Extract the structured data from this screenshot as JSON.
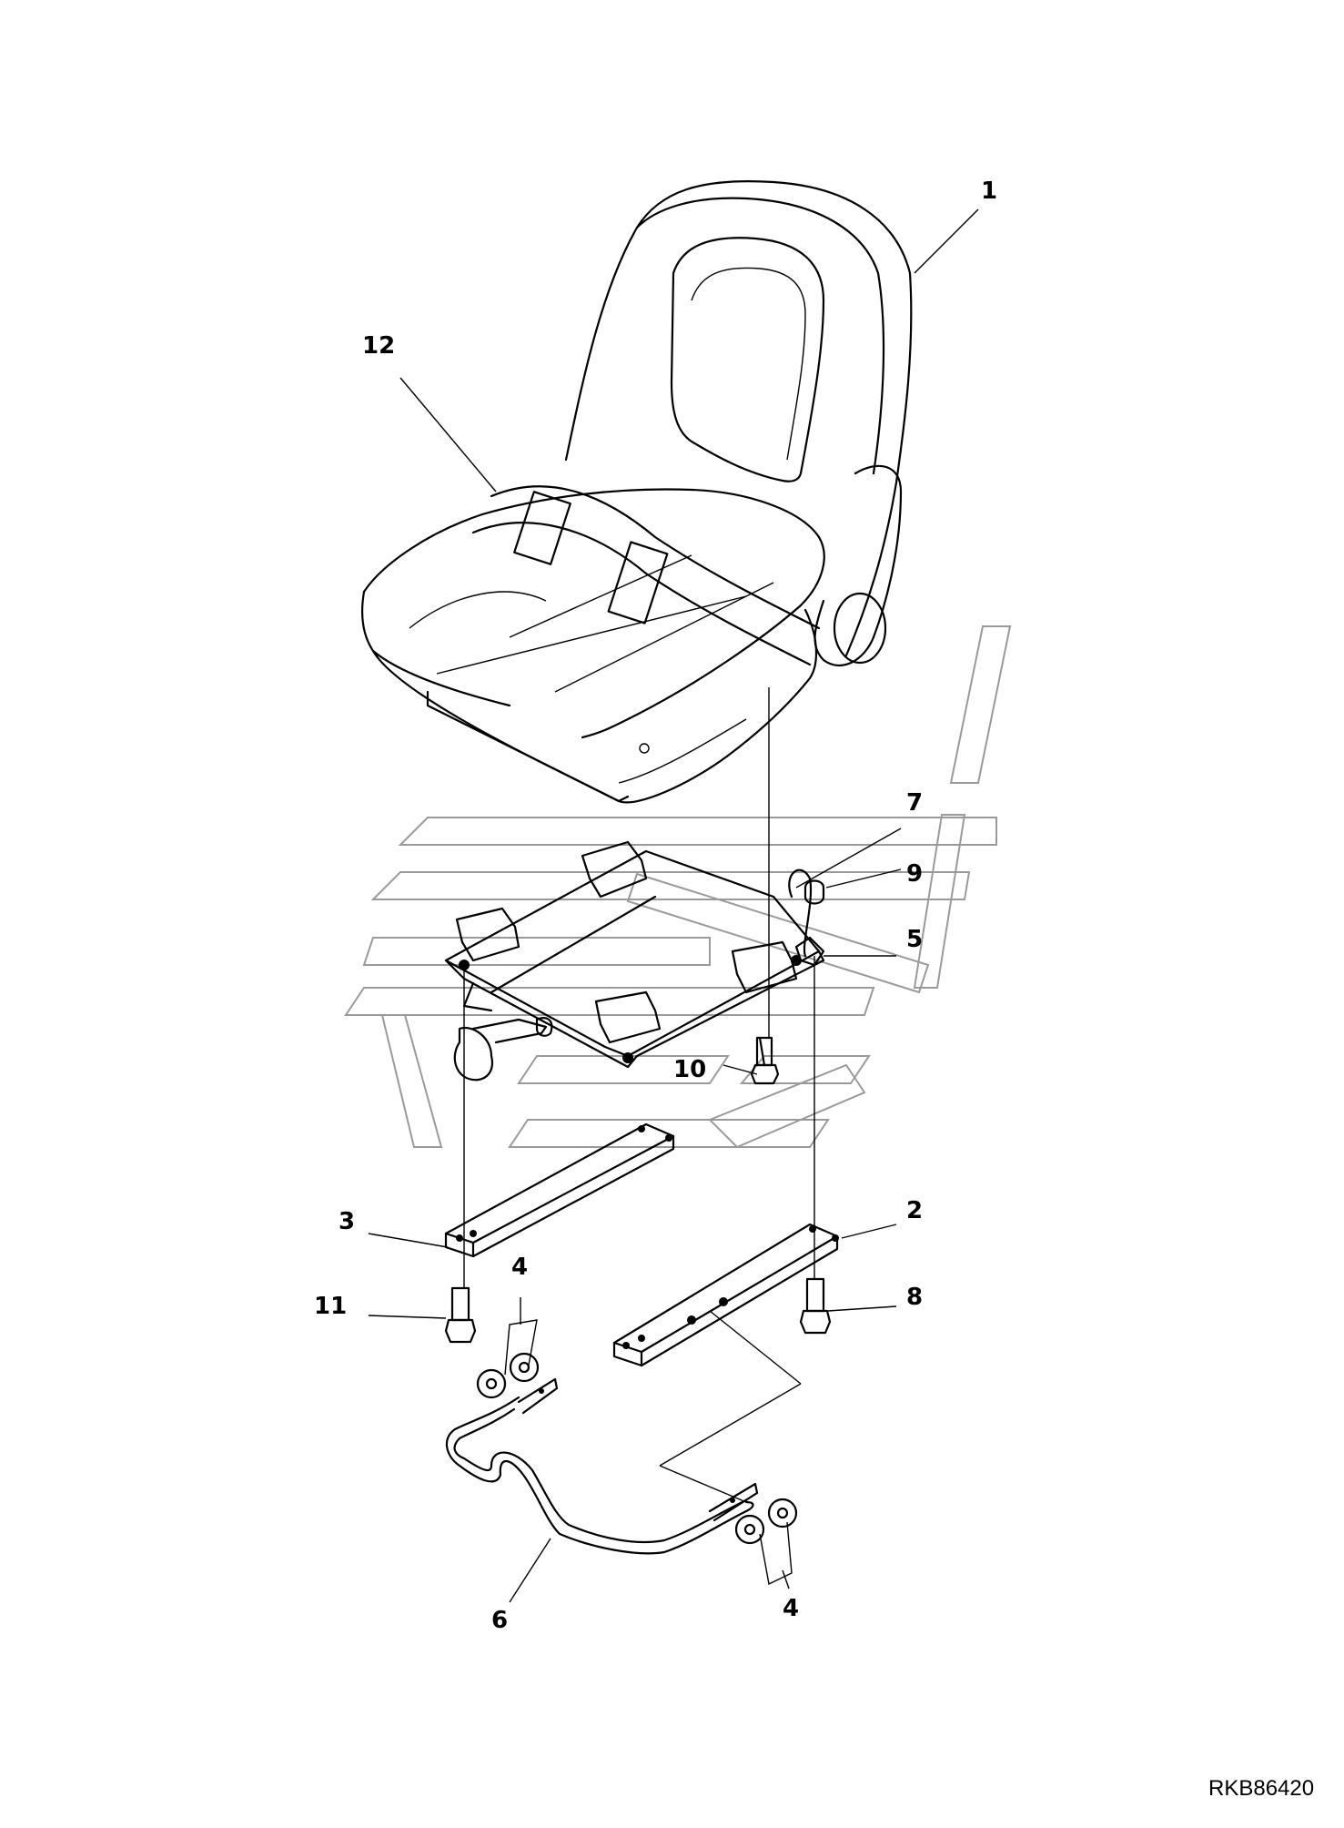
{
  "diagram": {
    "callouts": [
      {
        "id": "1",
        "text": "1"
      },
      {
        "id": "12",
        "text": "12"
      },
      {
        "id": "7",
        "text": "7"
      },
      {
        "id": "9",
        "text": "9"
      },
      {
        "id": "5",
        "text": "5"
      },
      {
        "id": "10",
        "text": "10"
      },
      {
        "id": "3",
        "text": "3"
      },
      {
        "id": "2",
        "text": "2"
      },
      {
        "id": "11",
        "text": "11"
      },
      {
        "id": "4a",
        "text": "4"
      },
      {
        "id": "8",
        "text": "8"
      },
      {
        "id": "6",
        "text": "6"
      },
      {
        "id": "4b",
        "text": "4"
      }
    ],
    "drawing_code": "RKB86420",
    "parts": {
      "seat": "seat",
      "seat_belt": "seat-belt",
      "slide_base": "seat-slide-base",
      "rail_left": "seat-rail",
      "rail_right": "seat-rail",
      "release_bar": "slide-release-bar"
    }
  }
}
